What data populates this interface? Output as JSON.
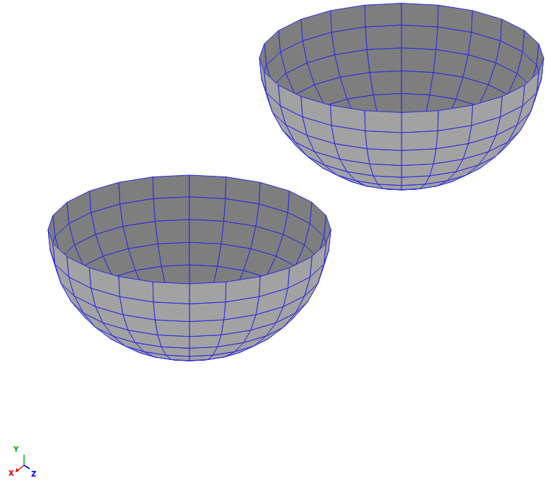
{
  "diagram": {
    "labels": [
      "Y",
      "X",
      "Z"
    ]
  }
}
